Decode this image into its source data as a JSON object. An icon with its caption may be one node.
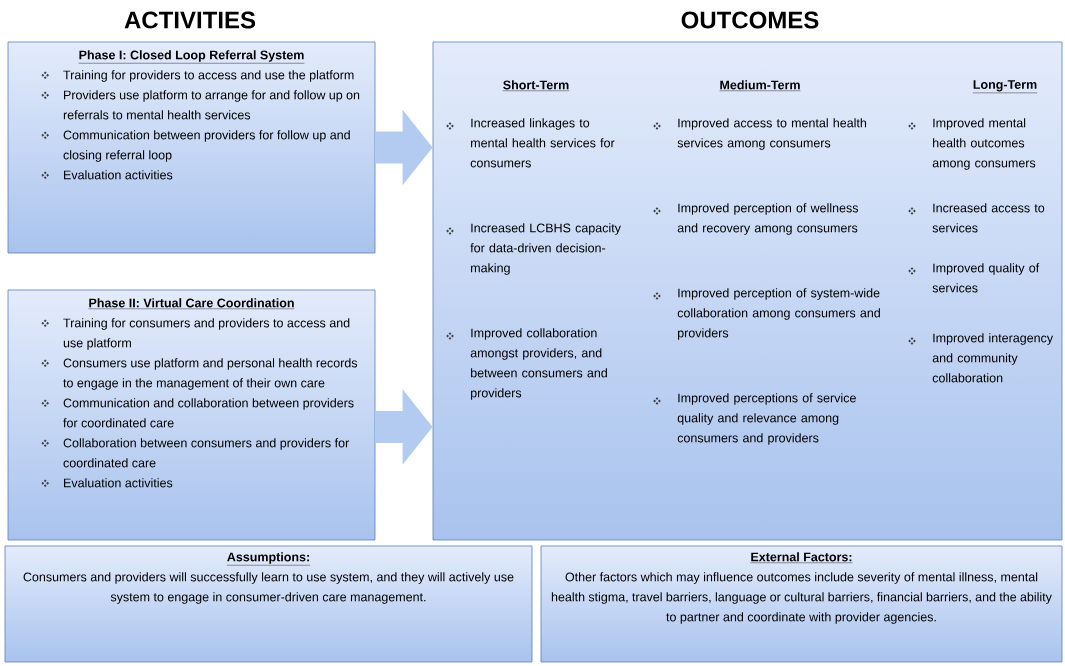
{
  "diagram": {
    "nodes": [
      {
        "text": [
          "Phase I: Closed Loop Referral System",
          "Training for providers to access and use the platform",
          "Providers use platform to arrange for and follow up on referrals to mental health services",
          "Communication between providers for follow up and closing referral loop",
          "Evaluation activities"
        ]
      },
      {
        "text": [
          "Phase II: Virtual Care Coordination",
          "Training for consumers and providers to access and use platform",
          "Consumers use platform and personal health records to engage in the management of their own care",
          "Communication and collaboration between providers for coordinated care",
          "Collaboration between consumers and providers for coordinated care",
          "Evaluation activities"
        ]
      },
      {
        "text": [
          "Short-Term",
          "Increased linkages to mental health services for consumers",
          "Increased LCBHS capacity for data-driven decision-making",
          "Improved collaboration amongst providers, and between consumers and providers",
          "Medium-Term",
          "Improved access to mental health services among consumers",
          "Improved perception of wellness and recovery among consumers",
          "Improved perception of system-wide collaboration among consumers and providers",
          "Improved perceptions of service quality and relevance among consumers and providers",
          "Long-Term",
          "Improved mental health outcomes among consumers",
          "Increased access to services",
          "Improved quality of services",
          "Improved interagency and community collaboration"
        ]
      },
      {
        "text": [
          "Assumptions:",
          "Consumers and providers will successfully learn to use system, and they will actively use system to engage in consumer-driven care management."
        ]
      },
      {
        "text": [
          "External Factors:",
          "Other factors which may influence outcomes include severity of mental illness, mental health stigma, travel barriers, language or cultural barriers, financial barriers, and the ability to partner and coordinate with provider agencies."
        ]
      }
    ],
    "edges": [
      {
        "from": 0,
        "to": 2,
        "arrow": "to"
      },
      {
        "from": 1,
        "to": 2,
        "arrow": "to"
      }
    ],
    "labels": [
      "ACTIVITIES",
      "OUTCOMES"
    ]
  }
}
